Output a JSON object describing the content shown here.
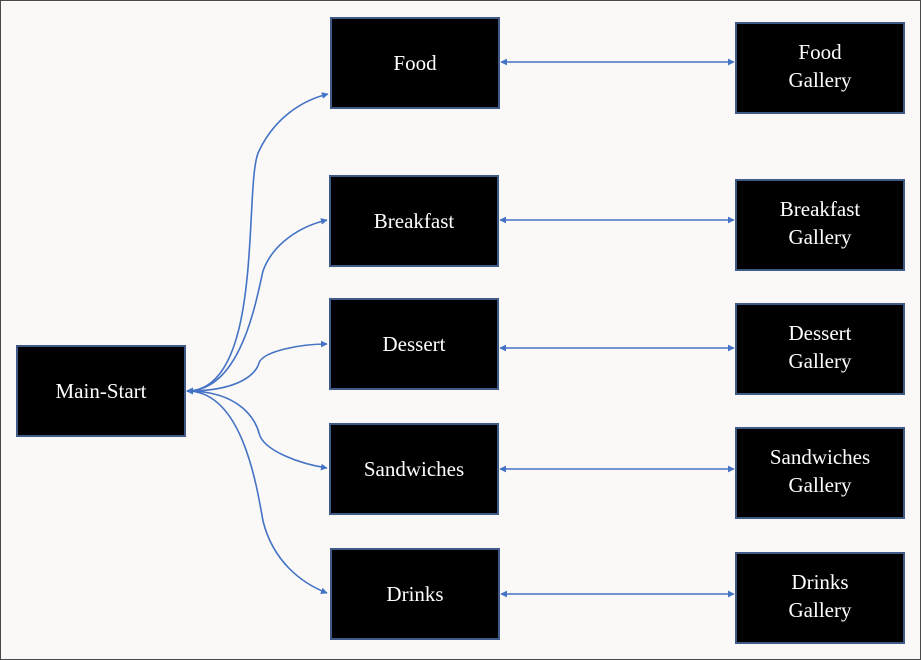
{
  "colors": {
    "node_fill": "#000000",
    "node_border": "#3f5a86",
    "node_text": "#ffffff",
    "connector": "#4472c4",
    "background": "#faf9f7"
  },
  "root": {
    "label": "Main-Start"
  },
  "categories": [
    {
      "id": "food",
      "label": "Food",
      "gallery": "Food\nGallery"
    },
    {
      "id": "breakfast",
      "label": "Breakfast",
      "gallery": "Breakfast\nGallery"
    },
    {
      "id": "dessert",
      "label": "Dessert",
      "gallery": "Dessert\nGallery"
    },
    {
      "id": "sandwich",
      "label": "Sandwiches",
      "gallery": "Sandwiches\nGallery"
    },
    {
      "id": "drinks",
      "label": "Drinks",
      "gallery": "Drinks\nGallery"
    }
  ]
}
